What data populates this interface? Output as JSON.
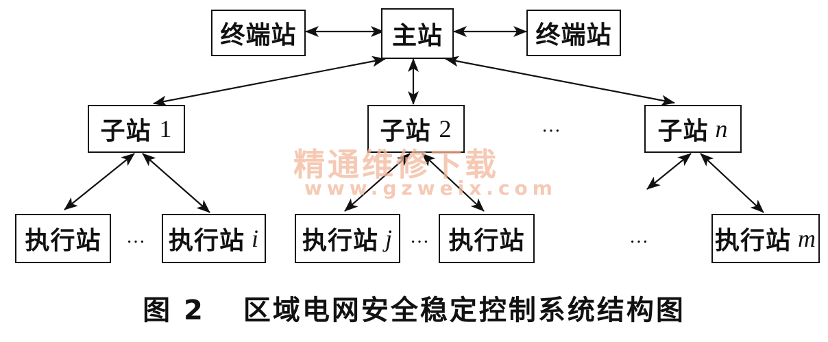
{
  "nodes": {
    "terminal_left": "终端站",
    "master": "主站",
    "terminal_right": "终端站",
    "substation_prefix": "子站",
    "substation_1_index": "1",
    "substation_2_index": "2",
    "substation_n_index": "n",
    "exec_prefix": "执行站",
    "exec_i_index": "i",
    "exec_j_index": "j",
    "exec_m_index": "m"
  },
  "ellipsis": "…",
  "watermark": {
    "text": "精通维修下载",
    "url": "www.gzweix.com"
  },
  "caption": {
    "figure": "图 2",
    "title": "区域电网安全稳定控制系统结构图"
  }
}
